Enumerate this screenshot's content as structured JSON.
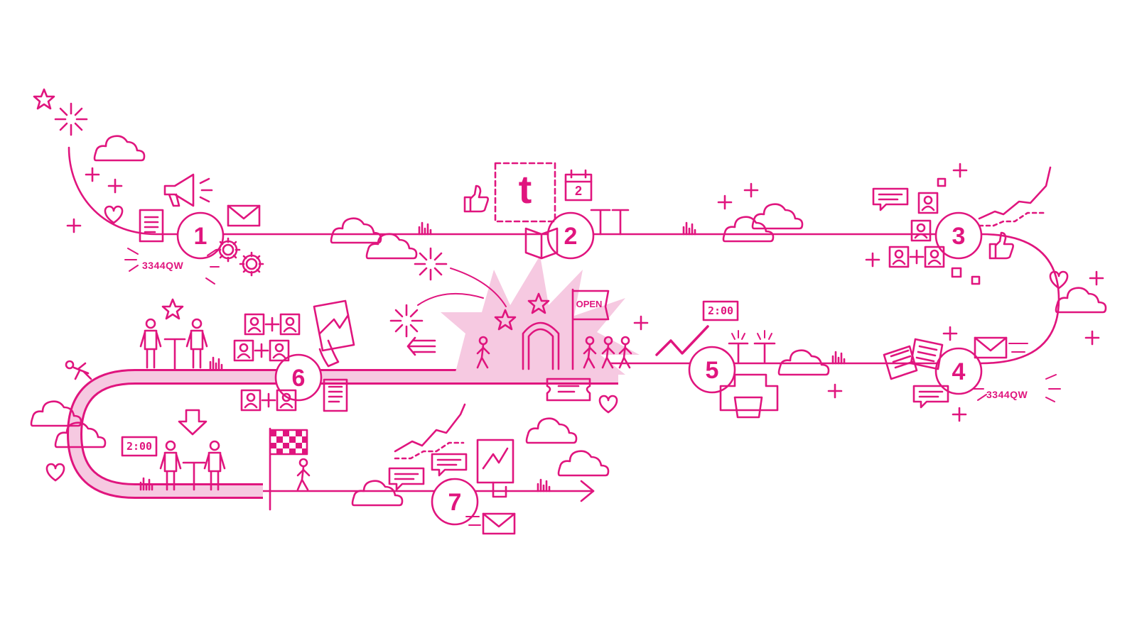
{
  "colors": {
    "accent": "#e0157e",
    "light_fill": "#f6c9e1",
    "background": "#ffffff"
  },
  "steps": [
    {
      "number": "1"
    },
    {
      "number": "2"
    },
    {
      "number": "3"
    },
    {
      "number": "4"
    },
    {
      "number": "5"
    },
    {
      "number": "6"
    },
    {
      "number": "7"
    }
  ],
  "labels": {
    "code_1": "3344QW",
    "code_4": "3344QW",
    "open_flag": "OPEN",
    "calendar_day": "2",
    "logo_letter": "t",
    "clock_5": "2:00",
    "clock_bottom": "2:00"
  },
  "icons": [
    "star-icon",
    "sparkle-icon",
    "cloud-icon",
    "plus-icon",
    "heart-icon",
    "megaphone-icon",
    "envelope-icon",
    "document-icon",
    "gear-icon",
    "thumbs-up-icon",
    "calendar-icon",
    "book-icon",
    "chat-bubble-icon",
    "profile-card-icon",
    "trend-chart-icon",
    "checkmark-icon",
    "printer-icon",
    "ticket-icon",
    "tablet-touch-icon",
    "checkered-flag-icon",
    "arrow-left-icon",
    "arrow-down-icon",
    "clock-icon",
    "person-icon"
  ]
}
